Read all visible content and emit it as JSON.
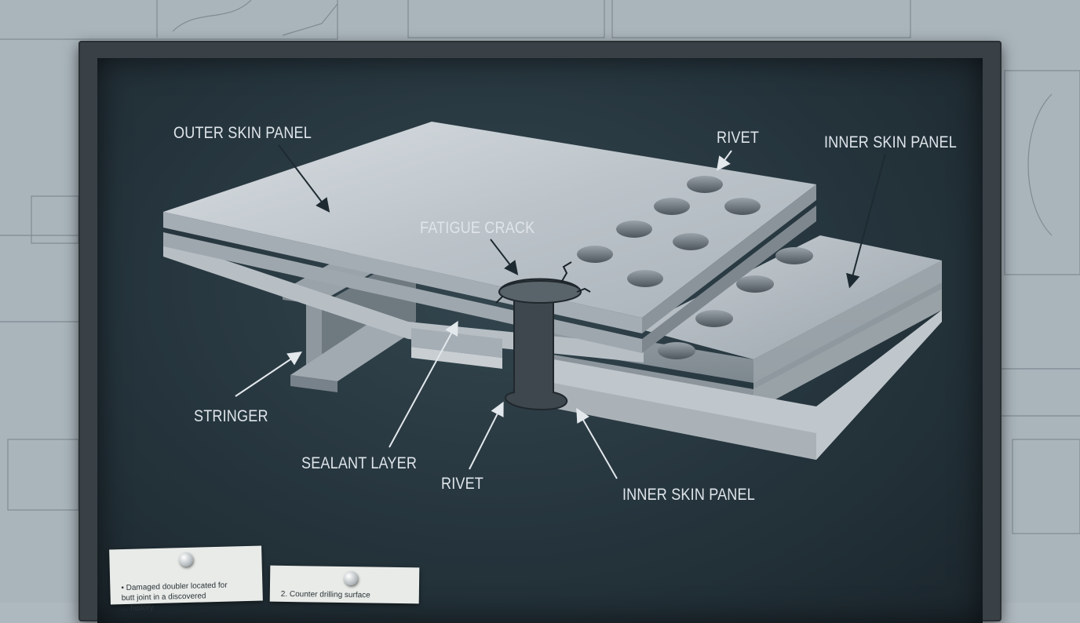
{
  "diagram": {
    "labels": {
      "outer_skin_panel": "OUTER SKIN PANEL",
      "rivet_top": "RIVET",
      "inner_skin_panel_top": "INNER SKIN PANEL",
      "fatigue_crack": "FATIGUE CRACK",
      "stringer": "STRINGER",
      "sealant_layer": "SEALANT LAYER",
      "rivet_bottom": "RIVET",
      "inner_skin_panel_bottom": "INNER SKIN PANEL"
    }
  },
  "notes": [
    {
      "text": "• Damaged doubler located for\nbutt joint in a discovered\n... history"
    },
    {
      "text": "2. Counter drilling surface"
    }
  ],
  "colors": {
    "board": "#25343c",
    "label": "#dfe5ea",
    "metal_light": "#c9d0d5",
    "metal_side": "#8e979d"
  }
}
